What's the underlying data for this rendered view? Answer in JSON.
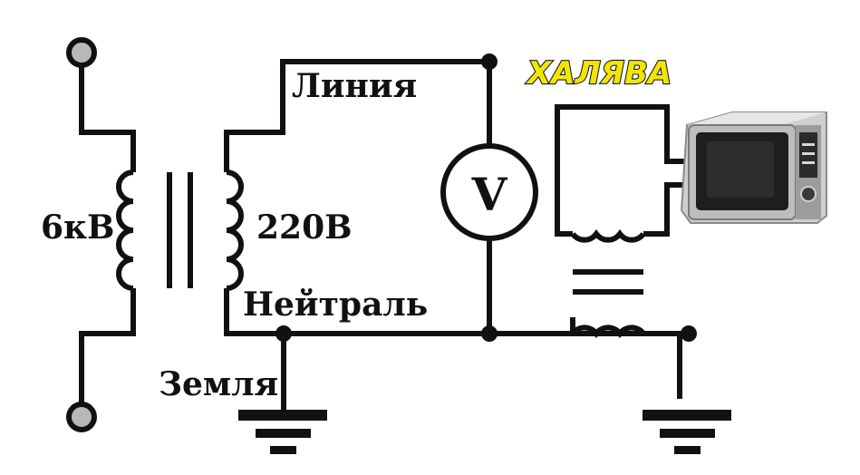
{
  "title": "ХАЛЯВА",
  "labels": {
    "primary_voltage": "6кВ",
    "secondary_voltage": "220В",
    "line": "Линия",
    "neutral": "Нейтраль",
    "earth": "Земля",
    "voltmeter": "V"
  },
  "colors": {
    "wire": "#111111",
    "terminal": "#b8b8b8",
    "title_fill": "#f2e600",
    "microwave_body": "#c9c9c9",
    "microwave_door": "#1e1e1e"
  },
  "icons": [
    "microwave-oven-image",
    "ground-symbol",
    "transformer-coil"
  ]
}
